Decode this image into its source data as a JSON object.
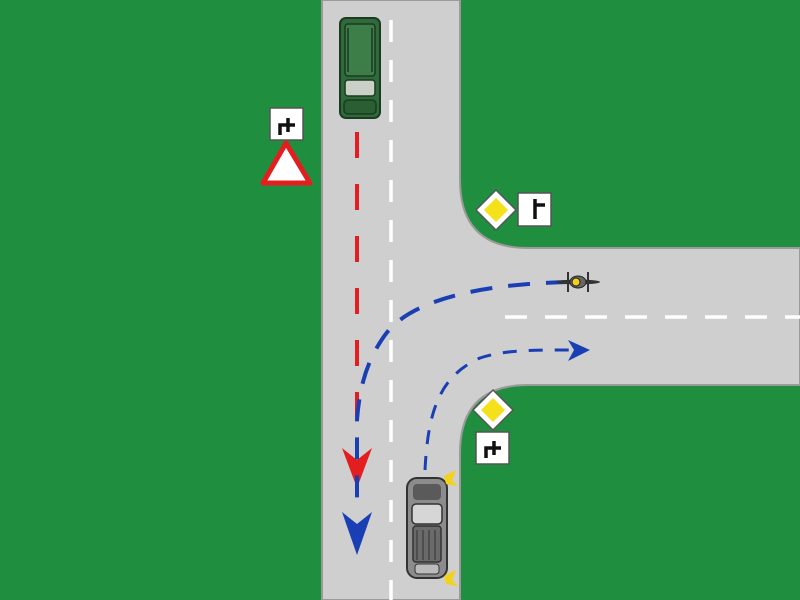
{
  "scene": {
    "type": "traffic-intersection-diagram",
    "colors": {
      "grass": "#1f8f3f",
      "road": "#cfcfcf",
      "road_edge": "#9a9a9a",
      "lane_marking": "#ffffff",
      "red_path": "#e41e1e",
      "blue_path": "#1a3fb5",
      "priority_sign_fill": "#f4e11a",
      "yield_sign_border": "#e41e1e"
    },
    "vehicles": [
      {
        "name": "oncoming-van",
        "color": "#2f6b3a",
        "direction": "southbound"
      },
      {
        "name": "own-car",
        "color": "#7d7d7d",
        "direction": "northbound",
        "indicator": "right"
      },
      {
        "name": "cyclist",
        "direction": "westbound"
      }
    ],
    "signs": [
      {
        "name": "yield-sign",
        "supplementary": "priority-road-course-plate"
      },
      {
        "name": "priority-road-sign-north",
        "supplementary": "priority-road-course-plate"
      },
      {
        "name": "priority-road-sign-south",
        "supplementary": "priority-road-course-plate"
      }
    ],
    "paths": [
      {
        "name": "red-path",
        "description": "straight-southbound"
      },
      {
        "name": "blue-path-left",
        "description": "left-turn-from-east"
      },
      {
        "name": "blue-path-right",
        "description": "right-turn-to-east"
      }
    ]
  }
}
